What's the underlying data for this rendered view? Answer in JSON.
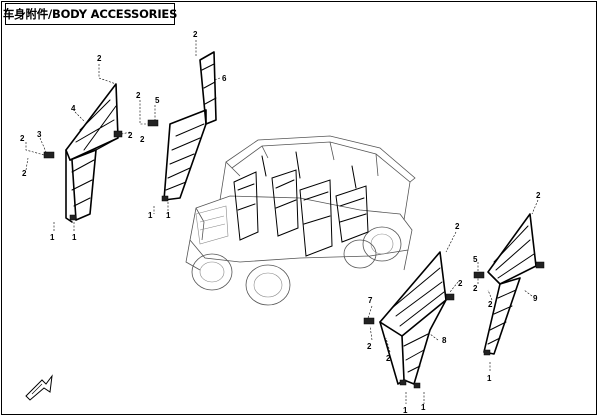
{
  "title": "车身附件/BODY ACCESSORIES",
  "callouts": {
    "left_front": [
      "2",
      "4",
      "3",
      "2",
      "2",
      "1",
      "1"
    ],
    "left_rear": [
      "2",
      "6",
      "5",
      "2",
      "2",
      "1",
      "1"
    ],
    "right_front": [
      "2",
      "2",
      "7",
      "2",
      "8",
      "2",
      "1",
      "1"
    ],
    "right_rear": [
      "2",
      "5",
      "2",
      "9",
      "2",
      "1"
    ]
  }
}
